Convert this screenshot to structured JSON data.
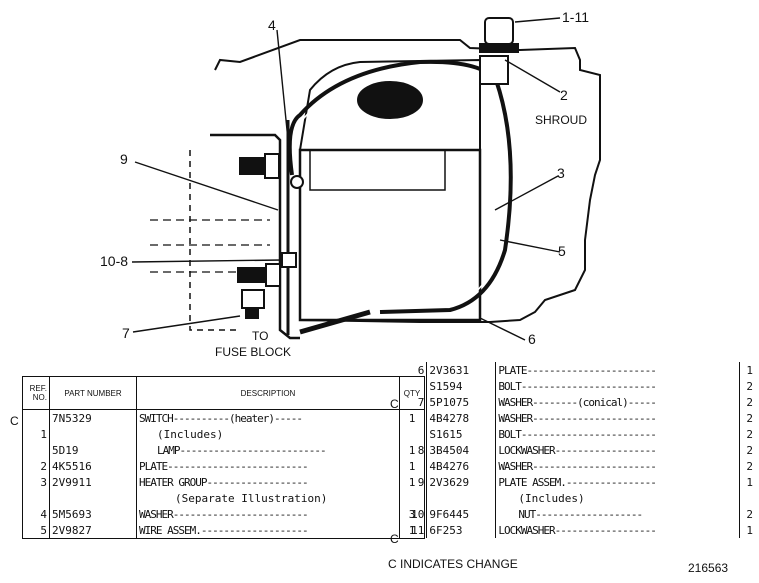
{
  "callouts": {
    "c1_11": "1-11",
    "c2": "2",
    "shroud": "SHROUD",
    "c3": "3",
    "c4": "4",
    "c5": "5",
    "c6": "6",
    "c7": "7",
    "c9": "9",
    "c10_8": "10-8",
    "to": "TO",
    "fuse_block": "FUSE BLOCK"
  },
  "table_left": {
    "headers": {
      "ref": "REF. NO.",
      "part": "PART NUMBER",
      "desc": "DESCRIPTION",
      "qty": "QTY"
    },
    "rows": [
      {
        "ref": "",
        "part": "7N5329",
        "desc": "SWITCH----------(heater)-----",
        "qty": "1"
      },
      {
        "ref": "1",
        "part": "",
        "desc": "(Includes)",
        "qty": ""
      },
      {
        "ref": "",
        "part": "5D19",
        "desc": "LAMP--------------------------",
        "qty": "1"
      },
      {
        "ref": "2",
        "part": "4K5516",
        "desc": "PLATE-------------------------",
        "qty": "1"
      },
      {
        "ref": "3",
        "part": "2V9911",
        "desc": "HEATER GROUP------------------",
        "qty": "1"
      },
      {
        "ref": "",
        "part": "",
        "desc": "(Separate Illustration)",
        "qty": ""
      },
      {
        "ref": "4",
        "part": "5M5693",
        "desc": "WASHER------------------------",
        "qty": "3"
      },
      {
        "ref": "5",
        "part": "2V9827",
        "desc": "WIRE ASSEM.-------------------",
        "qty": "1"
      }
    ],
    "change_marks": [
      "C"
    ]
  },
  "table_right": {
    "rows": [
      {
        "ref": "6",
        "part": "2V3631",
        "desc": "PLATE-----------------------",
        "qty": "1"
      },
      {
        "ref": "",
        "part": "S1594",
        "desc": "BOLT------------------------",
        "qty": "2"
      },
      {
        "ref": "7",
        "part": "5P1075",
        "desc": "WASHER--------(conical)-----",
        "qty": "2"
      },
      {
        "ref": "",
        "part": "4B4278",
        "desc": "WASHER----------------------",
        "qty": "2"
      },
      {
        "ref": "",
        "part": "S1615",
        "desc": "BOLT------------------------",
        "qty": "2"
      },
      {
        "ref": "8",
        "part": "3B4504",
        "desc": "LOCKWASHER------------------",
        "qty": "2"
      },
      {
        "ref": "",
        "part": "4B4276",
        "desc": "WASHER----------------------",
        "qty": "2"
      },
      {
        "ref": "9",
        "part": "2V3629",
        "desc": "PLATE ASSEM.----------------",
        "qty": "1"
      },
      {
        "ref": "",
        "part": "",
        "desc": "(Includes)",
        "qty": ""
      },
      {
        "ref": "10",
        "part": "9F6445",
        "desc": "NUT-------------------",
        "qty": "2"
      },
      {
        "ref": "11",
        "part": "6F253",
        "desc": "LOCKWASHER------------------",
        "qty": "1"
      }
    ],
    "change_marks": [
      "C",
      "C"
    ]
  },
  "footer": {
    "change_note": "C INDICATES CHANGE",
    "figure_number": "216563"
  }
}
